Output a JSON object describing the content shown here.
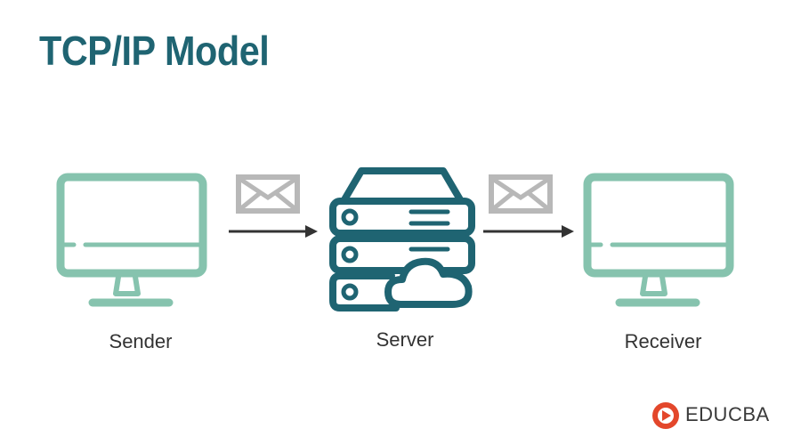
{
  "title": "TCP/IP Model",
  "nodes": {
    "sender": "Sender",
    "server": "Server",
    "receiver": "Receiver"
  },
  "brand": "EDUCBA",
  "colors": {
    "title": "#1f6472",
    "monitor": "#86c3ae",
    "server": "#1f6472",
    "envelope": "#b8b8b8",
    "arrow": "#333333",
    "brand_icon": "#e3472b"
  }
}
